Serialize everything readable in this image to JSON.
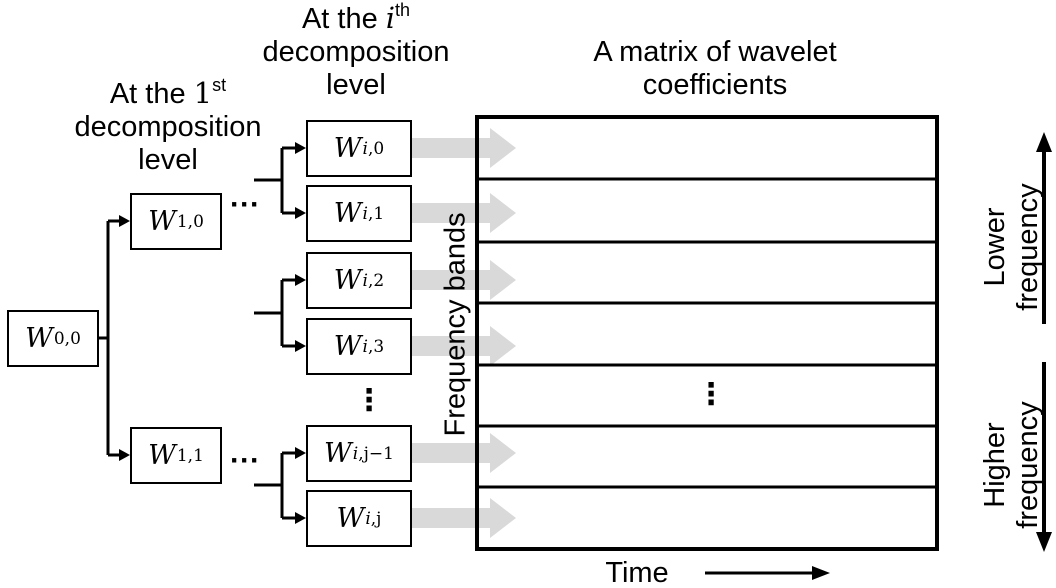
{
  "labels": {
    "level1": {
      "line1": "At the ",
      "math": "1",
      "sup": "st",
      "line2": "decomposition",
      "line3": "level"
    },
    "leveli": {
      "line1": "At the ",
      "math": "i",
      "sup": "th",
      "line2": "decomposition",
      "line3": "level"
    },
    "matrix": {
      "line1": "A matrix of wavelet",
      "line2": "coefficients"
    },
    "frequency_bands": "Frequency bands",
    "time": "Time",
    "lower_frequency": {
      "line1": "Lower",
      "line2": "frequency"
    },
    "higher_frequency": {
      "line1": "Higher",
      "line2": "frequency"
    },
    "hdots": "···",
    "vdots": "⋮"
  },
  "nodes": {
    "root": {
      "symbol": "W",
      "sub": "0,0"
    },
    "l1_0": {
      "symbol": "W",
      "sub": "1,0"
    },
    "l1_1": {
      "symbol": "W",
      "sub": "1,1"
    },
    "li_0": {
      "symbol": "W",
      "sub_var": "i",
      "sub_rest": ",0"
    },
    "li_1": {
      "symbol": "W",
      "sub_var": "i",
      "sub_rest": ",1"
    },
    "li_2": {
      "symbol": "W",
      "sub_var": "i",
      "sub_rest": ",2"
    },
    "li_3": {
      "symbol": "W",
      "sub_var": "i",
      "sub_rest": ",3"
    },
    "li_j1": {
      "symbol": "W",
      "sub_var": "i",
      "sub_rest": ",j−1"
    },
    "li_j": {
      "symbol": "W",
      "sub_var": "i",
      "sub_rest": ",j"
    }
  },
  "colors": {
    "arrow_gray": "#d9d9d9",
    "line": "#000000"
  }
}
